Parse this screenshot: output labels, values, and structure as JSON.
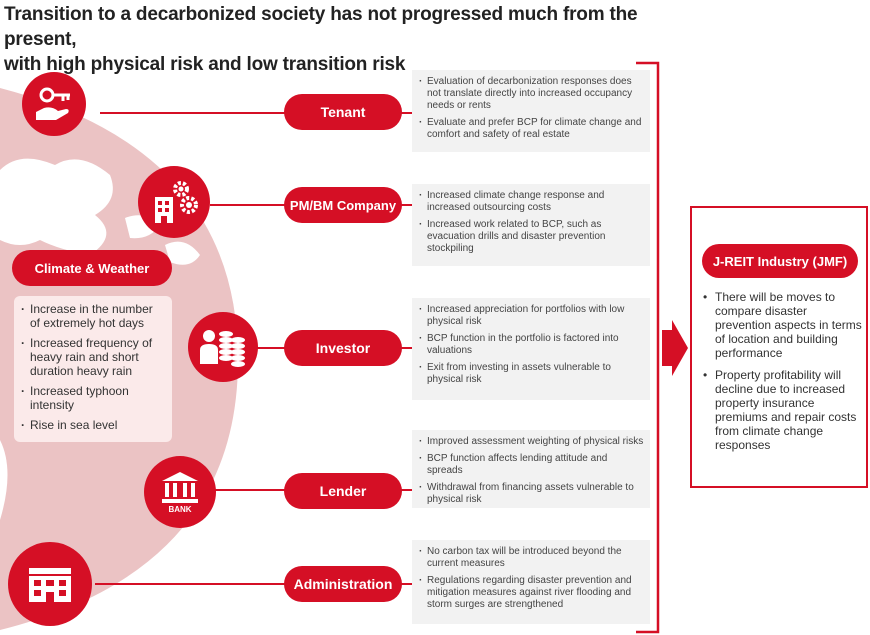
{
  "title": {
    "line1": "Transition to a decarbonized society has not progressed much from the present,",
    "line2": "with high physical risk and low transition risk"
  },
  "colors": {
    "accent": "#d50f25",
    "globe": "#ebc3c4",
    "note_bg": "#f2f2f2"
  },
  "climate": {
    "label": "Climate & Weather",
    "items": [
      "Increase in the number of extremely hot days",
      "Increased frequency of heavy rain and short duration heavy rain",
      "Increased typhoon intensity",
      "Rise in sea level"
    ]
  },
  "stakeholders": [
    {
      "label": "Tenant",
      "icon": "hand-key-icon",
      "notes": [
        "Evaluation of decarbonization responses does not translate directly into increased occupancy needs or rents",
        "Evaluate and prefer BCP for climate change and comfort and safety of real estate"
      ]
    },
    {
      "label": "PM/BM Company",
      "icon": "building-gears-icon",
      "notes": [
        "Increased climate change response and increased outsourcing costs",
        "Increased work related to BCP, such as evacuation drills and disaster prevention stockpiling"
      ]
    },
    {
      "label": "Investor",
      "icon": "person-coins-icon",
      "notes": [
        "Increased appreciation for portfolios with low physical risk",
        "BCP function in the portfolio is factored into valuations",
        "Exit from investing in assets vulnerable to physical risk"
      ]
    },
    {
      "label": "Lender",
      "icon": "bank-icon",
      "icon_text": "BANK",
      "notes": [
        "Improved assessment weighting of physical risks",
        "BCP function affects lending attitude and spreads",
        "Withdrawal from financing assets vulnerable to physical risk"
      ]
    },
    {
      "label": "Administration",
      "icon": "government-building-icon",
      "notes": [
        "No carbon tax will be introduced beyond the current measures",
        "Regulations regarding disaster prevention and mitigation measures against river flooding and storm surges are strengthened"
      ]
    }
  ],
  "jreit": {
    "label": "J-REIT Industry (JMF)",
    "items": [
      "There will be moves to compare disaster prevention aspects in terms of location and building performance",
      "Property profitability will decline due to increased property insurance premiums and repair costs from climate change responses"
    ]
  }
}
